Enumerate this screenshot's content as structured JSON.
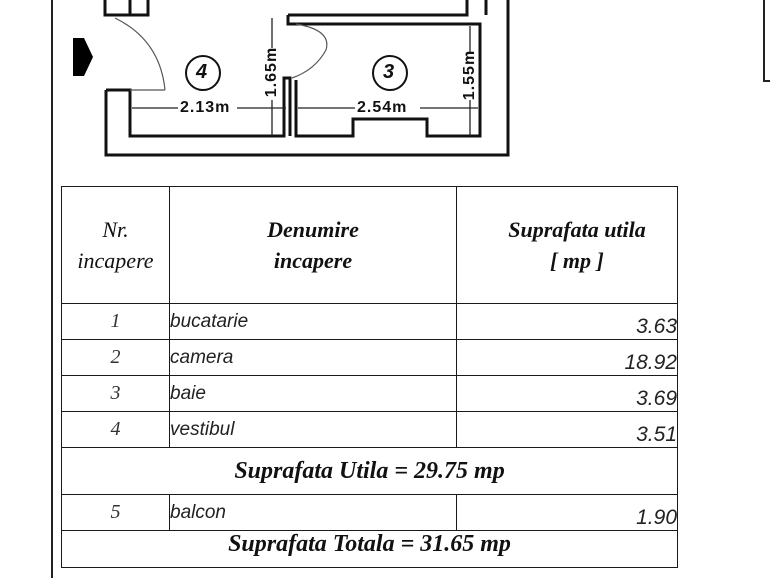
{
  "floor_plan": {
    "rooms": [
      {
        "number": "4",
        "width_label": "2.13m",
        "height_label": "1.65m"
      },
      {
        "number": "3",
        "width_label": "2.54m",
        "height_label": "1.55m"
      }
    ],
    "entrance_arrow": "entrance-arrow"
  },
  "table": {
    "headers": {
      "nr": [
        "Nr.",
        "incapere"
      ],
      "name": [
        "Denumire",
        "incapere"
      ],
      "area": [
        "Suprafata utila",
        "[ mp ]"
      ]
    },
    "rows": [
      {
        "nr": "1",
        "name": "bucatarie",
        "area": "3.63"
      },
      {
        "nr": "2",
        "name": "camera",
        "area": "18.92"
      },
      {
        "nr": "3",
        "name": "baie",
        "area": "3.69"
      },
      {
        "nr": "4",
        "name": "vestibul",
        "area": "3.51"
      }
    ],
    "usable_total": "Suprafata Utila = 29.75 mp",
    "extra_rows": [
      {
        "nr": "5",
        "name": "balcon",
        "area": "1.90"
      }
    ],
    "grand_total": "Suprafata Totala = 31.65 mp"
  }
}
